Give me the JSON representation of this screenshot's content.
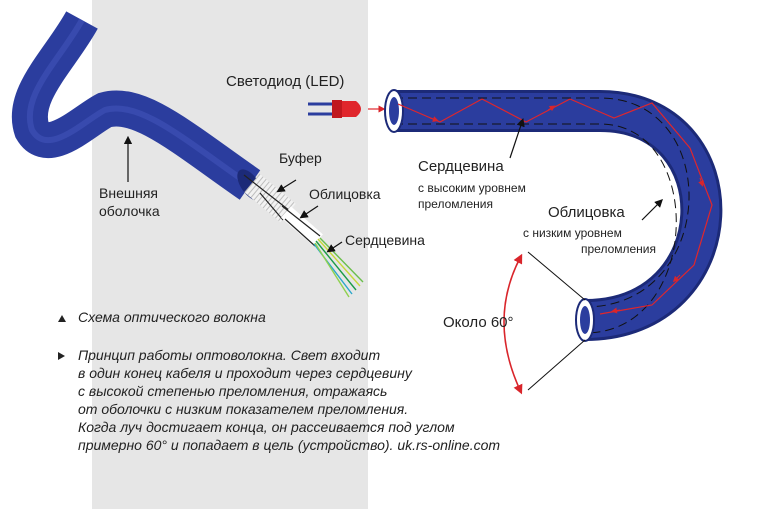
{
  "labels": {
    "led": "Светодиод (LED)",
    "outer_sheath": [
      "Внешняя",
      "оболочка"
    ],
    "buffer": "Буфер",
    "cladding_left": "Облицовка",
    "core_left": "Сердцевина",
    "core_right_title": "Сердцевина",
    "core_right_sub": [
      "с высоким уровнем",
      "преломления"
    ],
    "cladding_right_title": "Облицовка",
    "cladding_right_sub": [
      "с низким уровнем",
      "преломления"
    ],
    "angle": "Около 60°"
  },
  "captions": {
    "scheme": "Схема оптического волокна",
    "principle": [
      "Принцип работы оптоволокна. Свет входит",
      "в один конец кабеля и проходит через сердцевину",
      "с высокой степенью преломления, отражаясь",
      "от оболочки с низким показателем преломления.",
      "Когда луч достигает конца, он рассеивается под углом",
      "примерно 60° и попадает в цель (устройство). uk.rs-online.com"
    ]
  },
  "colors": {
    "cable_blue": "#2b3d9e",
    "cable_dark": "#1c2a78",
    "light_ray": "#e0262c",
    "angle_arrow": "#d9252b",
    "panel_gray": "#e6e6e6"
  },
  "icons": {
    "scheme_marker": "triangle-up-icon",
    "principle_marker": "triangle-right-icon"
  }
}
